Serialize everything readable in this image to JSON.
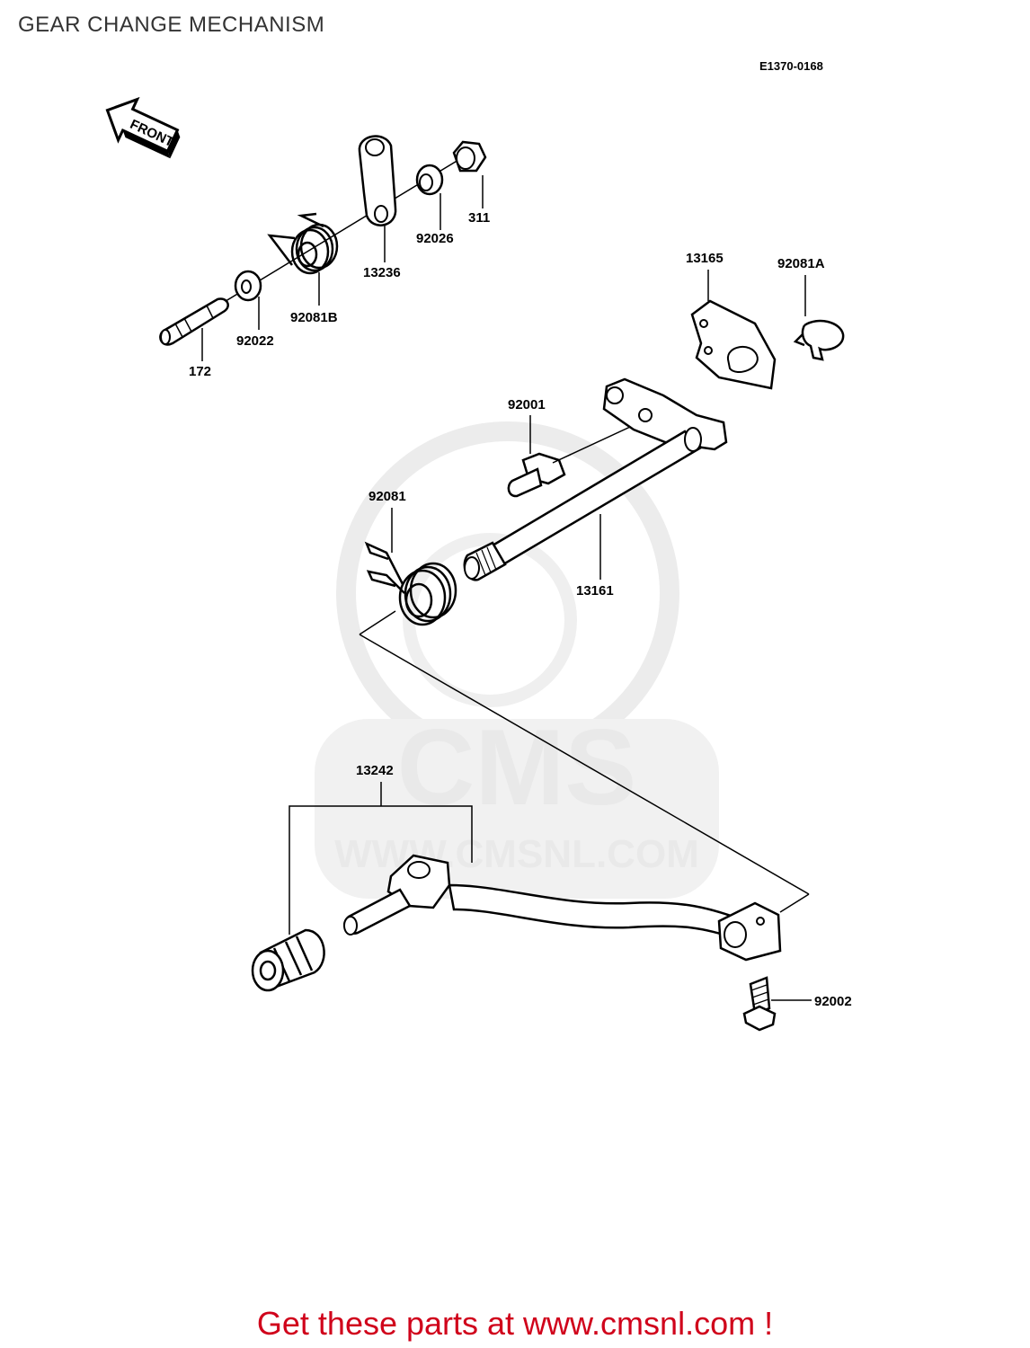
{
  "page": {
    "title": "GEAR CHANGE MECHANISM",
    "diagram_code": "E1370-0168",
    "direction_arrow": "FRONT",
    "call_to_action": "Get these parts at www.cmsnl.com !"
  },
  "watermark": {
    "brand": "CMS",
    "url": "WWW.CMSNL.COM"
  },
  "parts": [
    {
      "id": "p311",
      "number": "311"
    },
    {
      "id": "p92026",
      "number": "92026"
    },
    {
      "id": "p13236",
      "number": "13236"
    },
    {
      "id": "p92081B",
      "number": "92081B"
    },
    {
      "id": "p92022",
      "number": "92022"
    },
    {
      "id": "p172",
      "number": "172"
    },
    {
      "id": "p13165",
      "number": "13165"
    },
    {
      "id": "p92081A",
      "number": "92081A"
    },
    {
      "id": "p92001",
      "number": "92001"
    },
    {
      "id": "p92081",
      "number": "92081"
    },
    {
      "id": "p13161",
      "number": "13161"
    },
    {
      "id": "p13242",
      "number": "13242"
    },
    {
      "id": "p92002",
      "number": "92002"
    }
  ],
  "colors": {
    "line": "#000000",
    "cta": "#d0021b",
    "watermark": "#e9e9e9"
  }
}
